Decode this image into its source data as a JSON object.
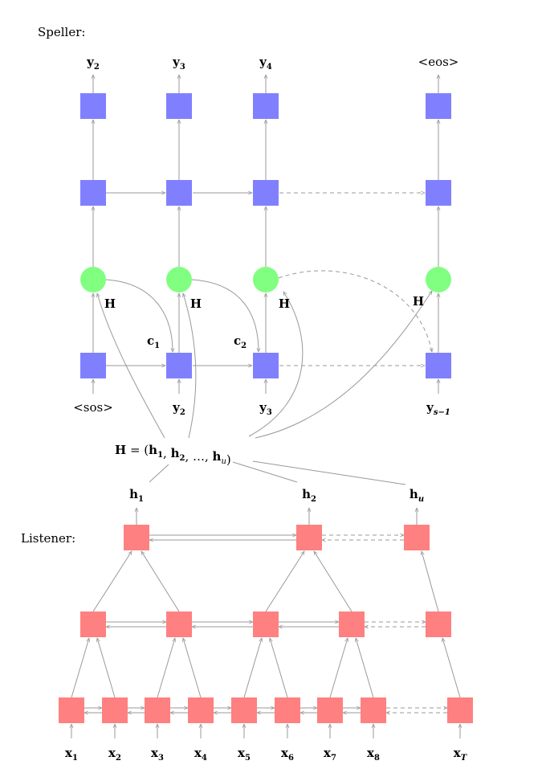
{
  "section_labels": {
    "speller": "Speller:",
    "listener": "Listener:"
  },
  "speller": {
    "outputs": [
      {
        "sym": "y",
        "sub": "2"
      },
      {
        "sym": "y",
        "sub": "3"
      },
      {
        "sym": "y",
        "sub": "4"
      },
      {
        "text": "<eos>"
      }
    ],
    "inputs": [
      {
        "text": "<sos>"
      },
      {
        "sym": "y",
        "sub": "2"
      },
      {
        "sym": "y",
        "sub": "3"
      },
      {
        "sym": "y",
        "sub": "s−1"
      }
    ],
    "context_labels": [
      {
        "sym": "c",
        "sub": "1"
      },
      {
        "sym": "c",
        "sub": "2"
      }
    ],
    "attention_label": "H"
  },
  "hidden_sequence": {
    "lhs": "H",
    "items": [
      {
        "sym": "h",
        "sub": "1"
      },
      {
        "sym": "h",
        "sub": "2"
      },
      {
        "text": "…"
      },
      {
        "sym": "h",
        "sub": "u"
      }
    ]
  },
  "listener": {
    "outputs": [
      {
        "sym": "h",
        "sub": "1"
      },
      {
        "sym": "h",
        "sub": "2"
      },
      {
        "sym": "h",
        "sub": "u"
      }
    ],
    "inputs": [
      {
        "sym": "x",
        "sub": "1"
      },
      {
        "sym": "x",
        "sub": "2"
      },
      {
        "sym": "x",
        "sub": "3"
      },
      {
        "sym": "x",
        "sub": "4"
      },
      {
        "sym": "x",
        "sub": "5"
      },
      {
        "sym": "x",
        "sub": "6"
      },
      {
        "sym": "x",
        "sub": "7"
      },
      {
        "sym": "x",
        "sub": "8"
      },
      {
        "sym": "x",
        "sub": "T"
      }
    ]
  },
  "colors": {
    "speller_cell": "#8080ff",
    "attention_node": "#80ff80",
    "listener_cell": "#ff8080",
    "connector": "#999999"
  }
}
